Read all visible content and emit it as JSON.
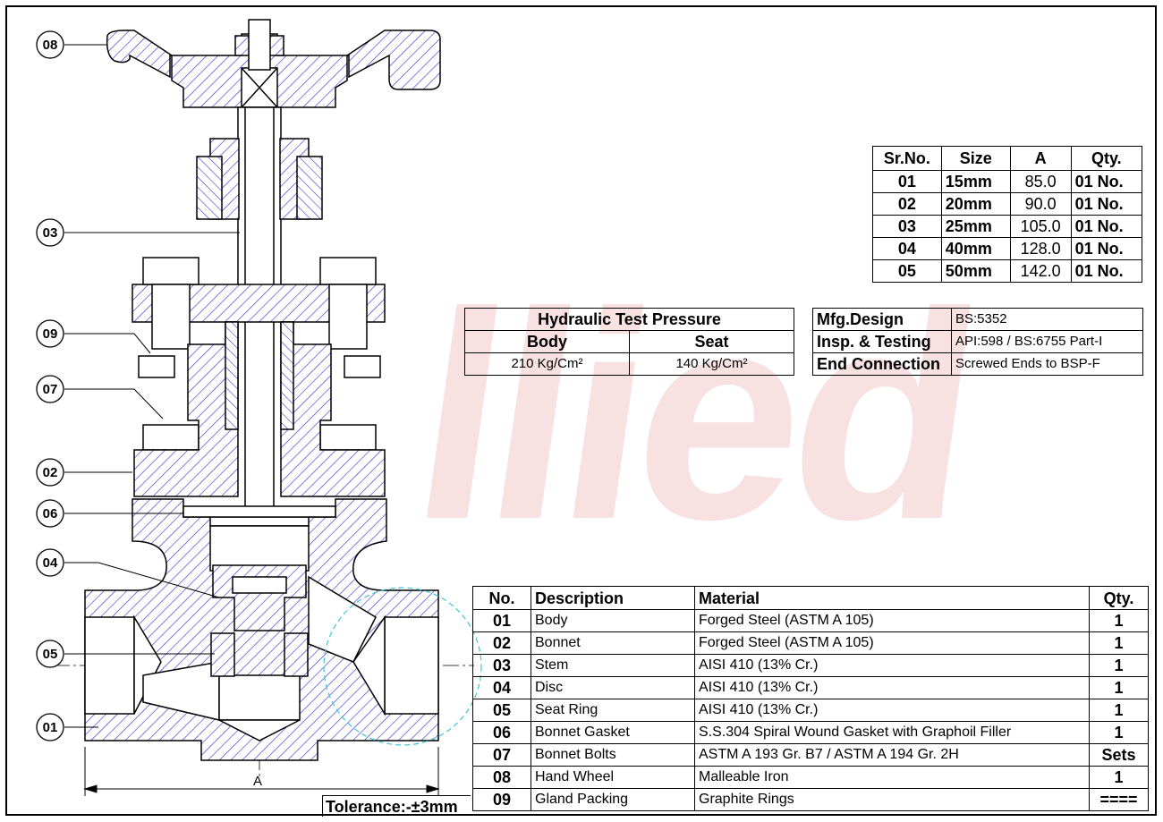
{
  "callouts": [
    "08",
    "03",
    "09",
    "07",
    "02",
    "06",
    "04",
    "05",
    "01"
  ],
  "dimension_label": "A",
  "tolerance": "Tolerance:-±3mm",
  "size_table": {
    "headers": [
      "Sr.No.",
      "Size",
      "A",
      "Qty."
    ],
    "rows": [
      [
        "01",
        "15mm",
        "85.0",
        "01 No."
      ],
      [
        "02",
        "20mm",
        "90.0",
        "01 No."
      ],
      [
        "03",
        "25mm",
        "105.0",
        "01 No."
      ],
      [
        "04",
        "40mm",
        "128.0",
        "01 No."
      ],
      [
        "05",
        "50mm",
        "142.0",
        "01 No."
      ]
    ]
  },
  "pressure_table": {
    "title": "Hydraulic Test Pressure",
    "headers": [
      "Body",
      "Seat"
    ],
    "values": [
      "210 Kg/Cm²",
      "140 Kg/Cm²"
    ]
  },
  "design_table": {
    "rows": [
      [
        "Mfg.Design",
        "BS:5352"
      ],
      [
        "Insp. & Testing",
        "API:598 / BS:6755 Part-I"
      ],
      [
        "End Connection",
        "Screwed Ends to BSP-F"
      ]
    ]
  },
  "parts_table": {
    "headers": [
      "No.",
      "Description",
      "Material",
      "Qty."
    ],
    "rows": [
      [
        "01",
        "Body",
        "Forged Steel (ASTM A 105)",
        "1"
      ],
      [
        "02",
        "Bonnet",
        "Forged Steel (ASTM A 105)",
        "1"
      ],
      [
        "03",
        "Stem",
        "AISI 410 (13% Cr.)",
        "1"
      ],
      [
        "04",
        "Disc",
        "AISI 410 (13% Cr.)",
        "1"
      ],
      [
        "05",
        "Seat Ring",
        "AISI 410 (13% Cr.)",
        "1"
      ],
      [
        "06",
        "Bonnet Gasket",
        "S.S.304 Spiral Wound Gasket with Graphoil Filler",
        "1"
      ],
      [
        "07",
        "Bonnet Bolts",
        "ASTM A 193 Gr. B7 / ASTM A 194 Gr. 2H",
        "Sets"
      ],
      [
        "08",
        "Hand Wheel",
        "Malleable Iron",
        "1"
      ],
      [
        "09",
        "Gland Packing",
        "Graphite Rings",
        "===="
      ]
    ]
  },
  "watermark": "llied",
  "colors": {
    "hatch": "#2b2bd6",
    "watermark": "#f3c9c9",
    "circle": "#3cc6d8"
  }
}
